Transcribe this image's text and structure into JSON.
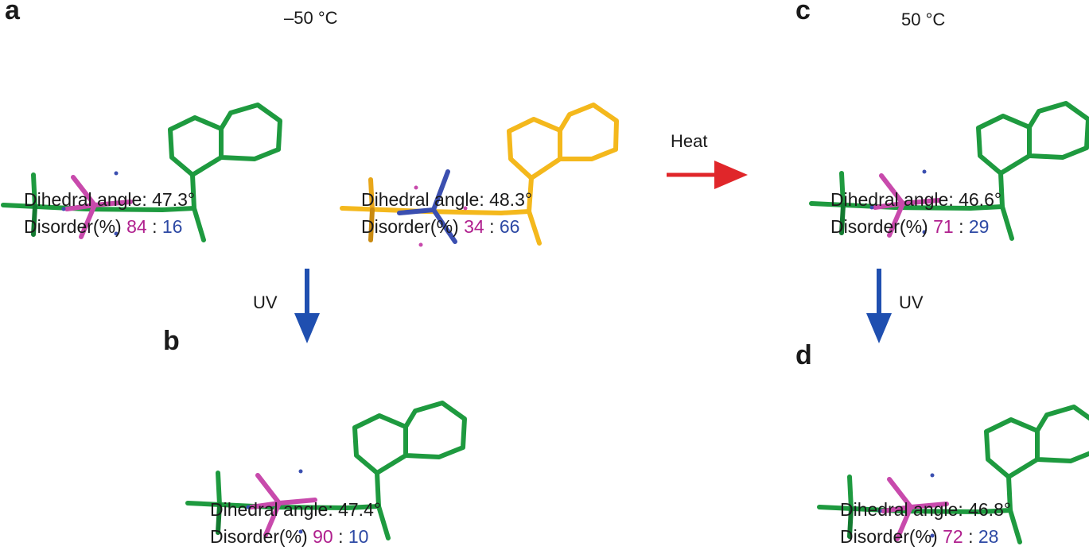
{
  "panels": {
    "a": {
      "label": "a",
      "temperature": "–50 °C"
    },
    "b": {
      "label": "b"
    },
    "c": {
      "label": "c",
      "temperature": "50 °C"
    },
    "d": {
      "label": "d"
    }
  },
  "structures": {
    "a1": {
      "dihedral": "Dihedral angle: 47.3°",
      "disorder_label": "Disorder(%)",
      "major": "84",
      "sep": ":",
      "minor": "16"
    },
    "a2": {
      "dihedral": "Dihedral angle: 48.3°",
      "disorder_label": "Disorder(%)",
      "major": "34",
      "sep": ":",
      "minor": "66"
    },
    "b": {
      "dihedral": "Dihedral angle: 47.4°",
      "disorder_label": "Disorder(%)",
      "major": "90",
      "sep": ":",
      "minor": "10"
    },
    "c": {
      "dihedral": "Dihedral angle: 46.6°",
      "disorder_label": "Disorder(%)",
      "major": "71",
      "sep": ":",
      "minor": "29"
    },
    "d": {
      "dihedral": "Dihedral angle: 46.8°",
      "disorder_label": "Disorder(%)",
      "major": "72",
      "sep": ":",
      "minor": "28"
    }
  },
  "arrows": {
    "uv_left": {
      "label": "UV",
      "color": "#1f4fb0"
    },
    "uv_right": {
      "label": "UV",
      "color": "#1f4fb0"
    },
    "heat": {
      "label": "Heat",
      "color": "#e0262a"
    }
  },
  "colors": {
    "green": "#1e9a3f",
    "magenta": "#c84aac",
    "blue": "#3b4fb0",
    "yellow": "#f4b81c"
  }
}
